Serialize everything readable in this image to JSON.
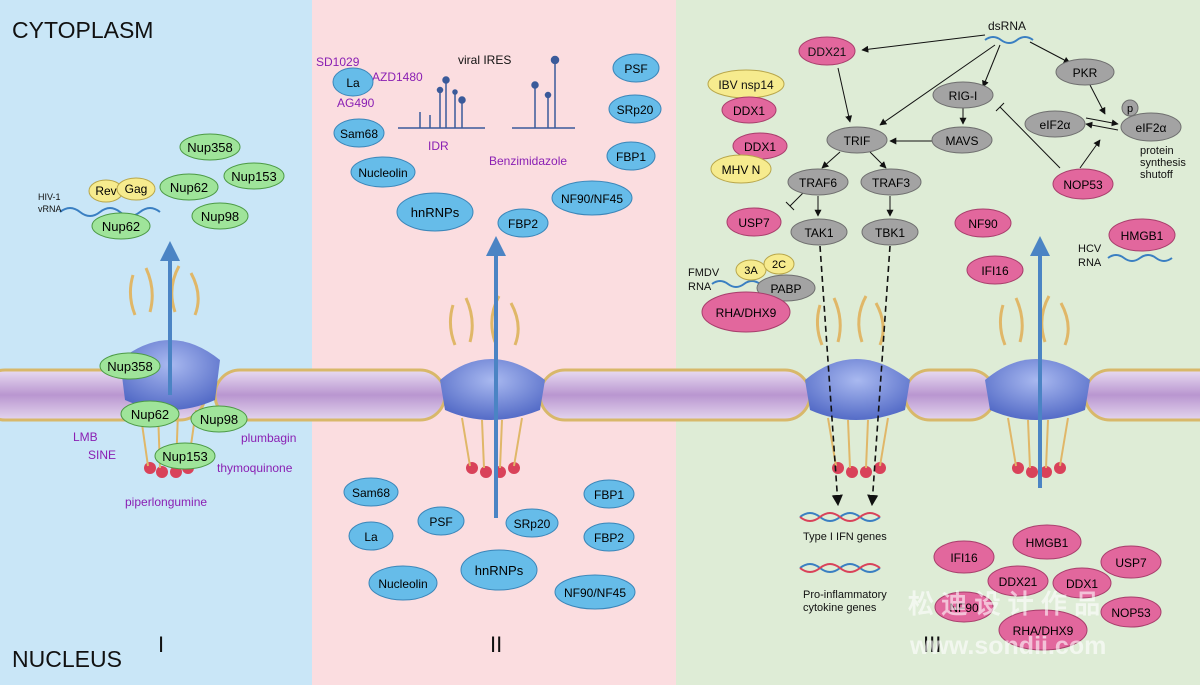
{
  "colors": {
    "panel1": "#c9e6f7",
    "panel2": "#fbdde0",
    "panel3": "#deecd6",
    "blue_node": "#66bce9",
    "green_node": "#9fe49a",
    "pink_node": "#e2679d",
    "grey_node": "#a3a3a3",
    "yellow_node": "#f6eb8e",
    "drug_text": "#8a1fb3",
    "arrow_blue": "#4b84c4",
    "membrane": "#c7a6d9",
    "pore": "#6d85d6"
  },
  "regions": {
    "cytoplasm": "CYTOPLASM",
    "nucleus": "NUCLEUS",
    "panel_numbers": [
      "I",
      "II",
      "III"
    ]
  },
  "panel1": {
    "rna_label": [
      "HIV-1",
      "vRNA"
    ],
    "cyto_nodes": [
      "Rev",
      "Gag",
      "Nup62",
      "Nup358",
      "Nup62",
      "Nup153",
      "Nup98"
    ],
    "pore_nodes": [
      "Nup358",
      "Nup62",
      "Nup98",
      "Nup153"
    ],
    "drugs": [
      "LMB",
      "SINE",
      "plumbagin",
      "thymoquinone",
      "piperlongumine"
    ]
  },
  "panel2": {
    "ires_title": "viral IRES",
    "ires_caption": "IDR",
    "drugs": [
      "SD1029",
      "AZD1480",
      "AG490",
      "Benzimidazole"
    ],
    "cyto_nodes": [
      "La",
      "Sam68",
      "Nucleolin",
      "hnRNPs",
      "FBP2",
      "NF90/NF45",
      "FBP1",
      "SRp20",
      "PSF"
    ],
    "nuc_nodes": [
      "Sam68",
      "La",
      "PSF",
      "SRp20",
      "FBP1",
      "FBP2",
      "Nucleolin",
      "hnRNPs",
      "NF90/NF45"
    ]
  },
  "panel3": {
    "dsrna": "dsRNA",
    "ddx21": "DDX21",
    "ibv": "IBV nsp14",
    "ddx1a": "DDX1",
    "ddx1b": "DDX1",
    "mhv": "MHV N",
    "usp7": "USP7",
    "fmdv": [
      "FMDV",
      "RNA"
    ],
    "v3a": "3A",
    "v2c": "2C",
    "pabp": "PABP",
    "rha": "RHA/DHX9",
    "trif": "TRIF",
    "traf6": "TRAF6",
    "traf3": "TRAF3",
    "tak1": "TAK1",
    "tbk1": "TBK1",
    "rigi": "RIG-I",
    "mavs": "MAVS",
    "pkr": "PKR",
    "eif2a": "eIF2α",
    "eif2a_p": "eIF2α",
    "p": "p",
    "shutoff": [
      "protein",
      "synthesis",
      "shutoff"
    ],
    "nop53": "NOP53",
    "nf90": "NF90",
    "ifi16": "IFI16",
    "hmgb1": "HMGB1",
    "hcv": [
      "HCV",
      "RNA"
    ],
    "genes1": "Type I IFN genes",
    "genes2": [
      "Pro-inflammatory",
      "cytokine genes"
    ],
    "nuc_nodes": [
      "IFI16",
      "HMGB1",
      "USP7",
      "DDX21",
      "DDX1",
      "NF90",
      "NOP53",
      "RHA/DHX9"
    ]
  },
  "watermark": [
    "松 迪 设 计 作 品",
    "www.sondii.com"
  ]
}
